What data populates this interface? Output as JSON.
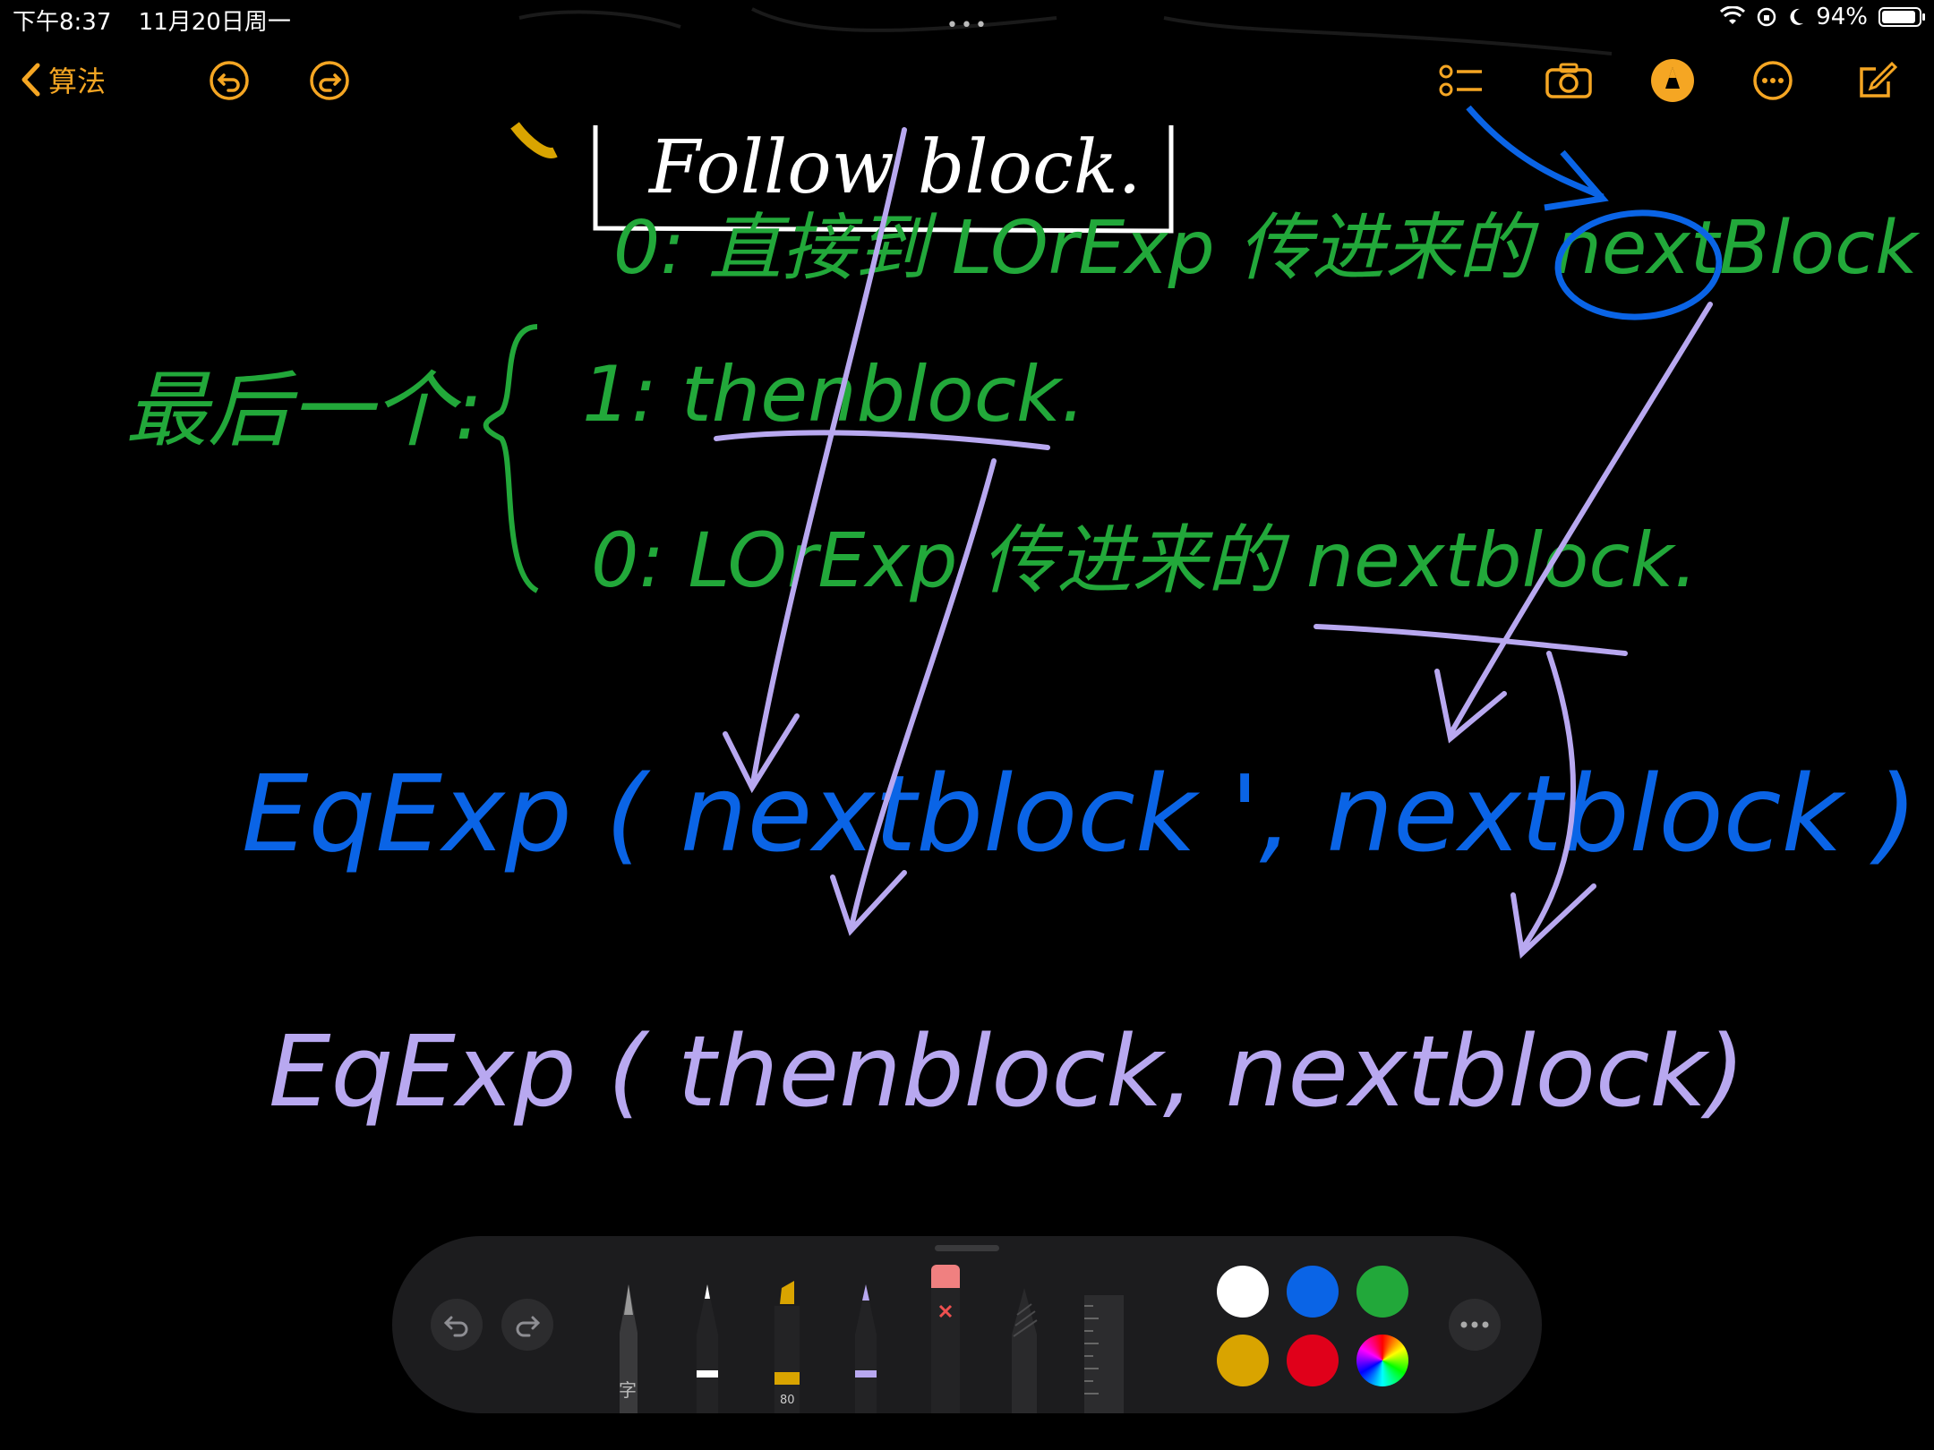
{
  "status_bar": {
    "time": "下午8:37",
    "date": "11月20日周一",
    "battery": "94%",
    "battery_level": 0.94
  },
  "nav": {
    "back_label": "算法",
    "icons": [
      "chevron-left-icon",
      "undo-icon",
      "redo-icon",
      "checklist-icon",
      "camera-icon",
      "markup-icon",
      "more-icon",
      "compose-icon"
    ]
  },
  "handwriting": {
    "header_box": "Follow block.",
    "line1": "0: 直接到 LOrExp 传进来的 nextBlock",
    "last_label": "最后一个:",
    "case1": "1:  thenblock.",
    "case0": "0:  LOrExp 传进来的 nextblock.",
    "eq1": "EqExp ( nextblock ', nextblock )",
    "eq2": "EqExp ( thenblock,  nextblock)"
  },
  "ink_colors": {
    "white": "#ffffff",
    "green": "#22a83a",
    "blue": "#0a64e6",
    "lavender": "#b8a8f0",
    "yellow": "#d9a400"
  },
  "palette": {
    "tools": [
      "text-pen",
      "pen",
      "marker",
      "pencil-lavender",
      "eraser",
      "crayon",
      "ruler"
    ],
    "pen_text_glyph": "字",
    "marker_width": "80",
    "colors": [
      "#ffffff",
      "#0a64e6",
      "#22a83a",
      "#d9a400",
      "#e0001a",
      "spectrum"
    ]
  }
}
